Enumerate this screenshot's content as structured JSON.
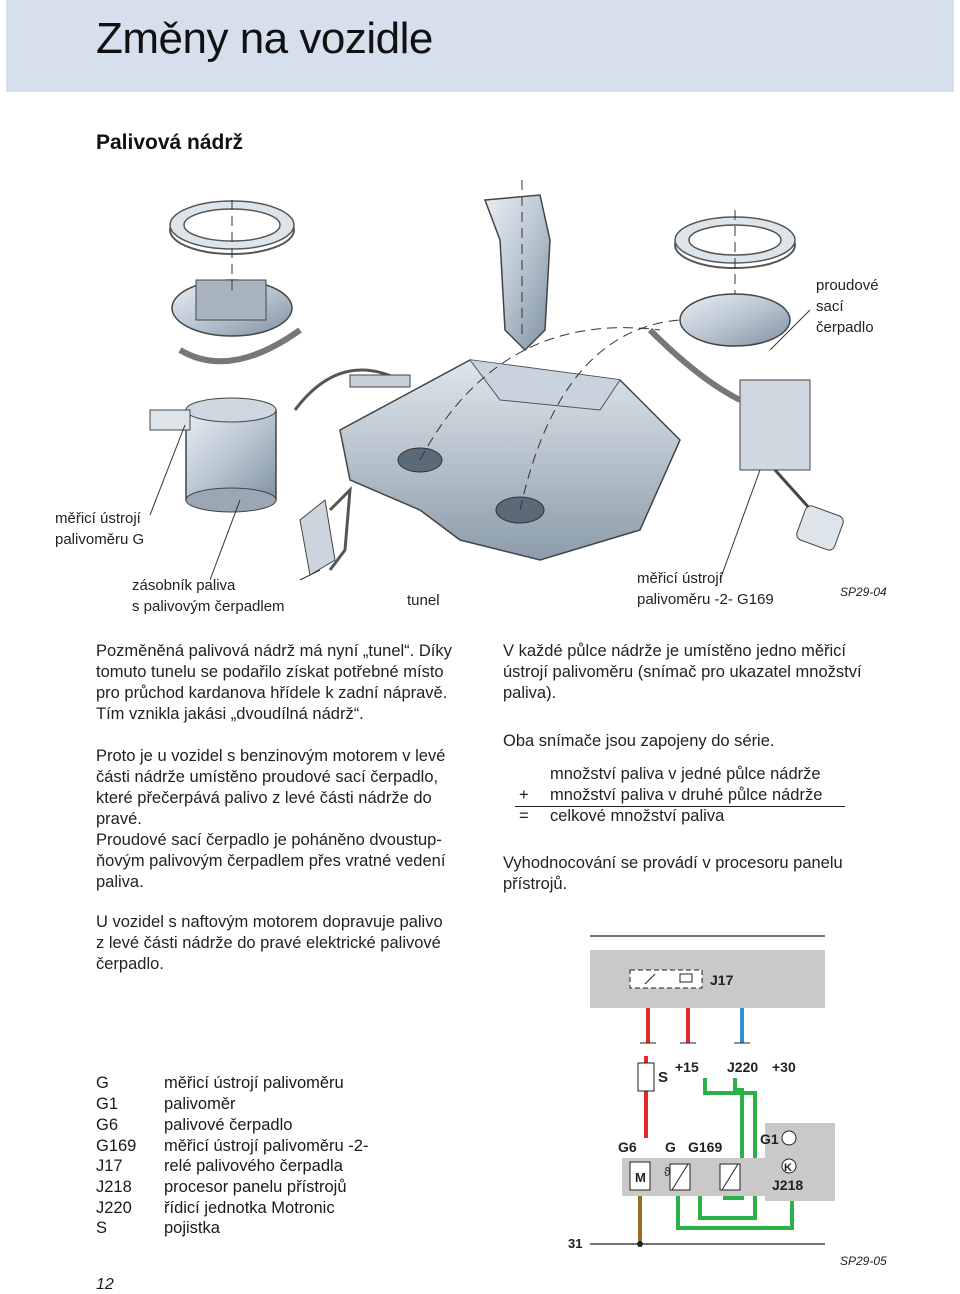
{
  "header": {
    "title": "Změny na vozidle"
  },
  "section": {
    "title": "Palivová nádrž"
  },
  "figure1": {
    "labels": {
      "pump_top": [
        "proudové",
        "sací",
        "čerpadlo"
      ],
      "sender_g": [
        "měřicí ústrojí",
        "palivoměru G"
      ],
      "reservoir": [
        "zásobník paliva",
        "s palivovým čerpadlem"
      ],
      "tunnel": "tunel",
      "sender_g169": [
        "měřicí ústrojí",
        "palivoměru -2- G169"
      ]
    },
    "code": "SP29-04"
  },
  "left_col": {
    "p1": [
      "Pozměněná palivová nádrž má nyní „tunel“. Díky",
      "tomuto tunelu se podařilo získat potřebné místo",
      "pro průchod kardanova hřídele k zadní nápravě.",
      "Tím vznikla jakási „dvoudílná nádrž“."
    ],
    "p2": [
      "Proto je u vozidel s benzinovým motorem v levé",
      "části nádrže umístěno proudové sací čerpadlo,",
      "které přečerpává palivo z levé části nádrže do",
      "pravé.",
      "Proudové sací čerpadlo je poháněno dvoustup-",
      "ňovým palivovým čerpadlem přes vratné vedení",
      "paliva."
    ],
    "p3": [
      "U vozidel s naftovým motorem dopravuje palivo",
      "z levé části nádrže do pravé elektrické palivové",
      "čerpadlo."
    ]
  },
  "right_col": {
    "p1": [
      "V každé půlce nádrže je umístěno jedno měřicí",
      "ústrojí palivoměru (snímač pro ukazatel množství",
      "paliva)."
    ],
    "p2": "Oba snímače jsou zapojeny do série.",
    "sum": {
      "line1": "množství paliva v jedné půlce nádrže",
      "op_plus": "+",
      "line2": "množství paliva v druhé půlce nádrže",
      "op_eq": "=",
      "line3": "celkové množství paliva"
    },
    "p3": [
      "Vyhodnocování se provádí v procesoru panelu",
      "přístrojů."
    ]
  },
  "legend": [
    {
      "code": "G",
      "desc": "měřicí ústrojí palivoměru"
    },
    {
      "code": "G1",
      "desc": "palivoměr"
    },
    {
      "code": "G6",
      "desc": "palivové čerpadlo"
    },
    {
      "code": "G169",
      "desc": "měřicí ústrojí palivoměru -2-"
    },
    {
      "code": "J17",
      "desc": "relé palivového čerpadla"
    },
    {
      "code": "J218",
      "desc": "procesor panelu přístrojů"
    },
    {
      "code": "J220",
      "desc": "řídicí jednotka Motronic"
    },
    {
      "code": "S",
      "desc": "pojistka"
    }
  ],
  "circuit": {
    "j17": "J17",
    "s": "S",
    "p15": "+15",
    "j220": "J220",
    "p30": "+30",
    "g6": "G6",
    "g": "G",
    "g169": "G169",
    "g1": "G1",
    "j218": "J218",
    "m": "M",
    "k": "K",
    "theta": "ϑ",
    "gnd": "31",
    "code": "SP29-05",
    "colors": {
      "red": "#e02a2a",
      "blue": "#2f8fd8",
      "green": "#2bb04a",
      "brown": "#9a6a2a"
    }
  },
  "page": "12"
}
